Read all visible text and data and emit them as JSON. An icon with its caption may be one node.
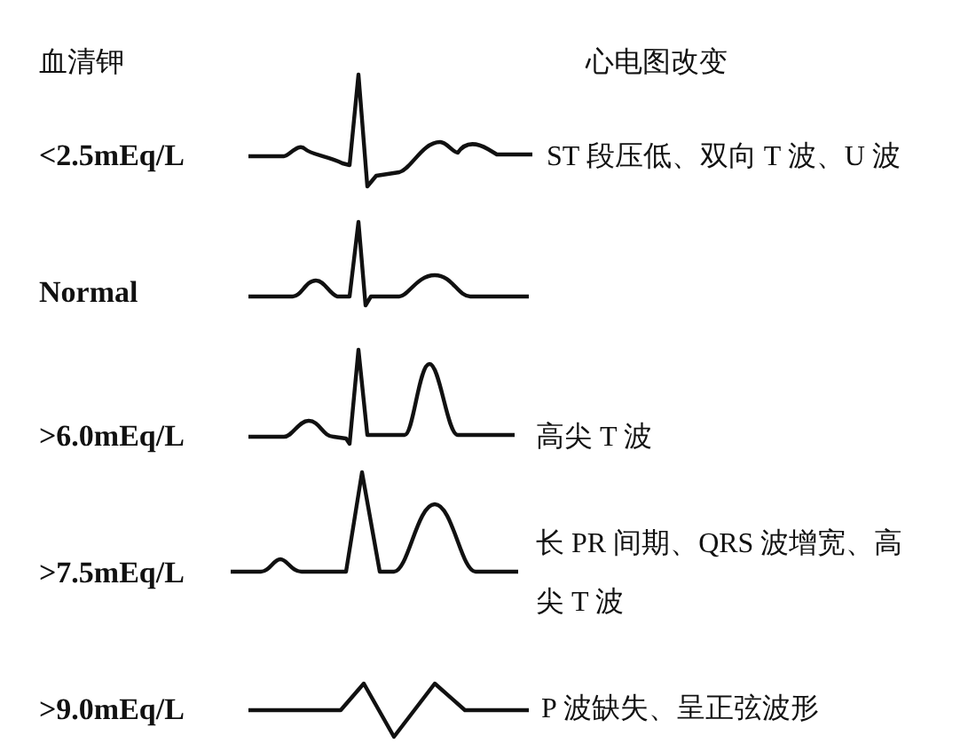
{
  "diagram": {
    "labels": [
      "血清钾",
      "心电图改变",
      "<2.5mEq/L",
      "ST 段压低、双向 T 波、U 波",
      "Normal",
      ">6.0mEq/L",
      "高尖 T 波",
      ">7.5mEq/L",
      "长 PR 间期、QRS 波增宽、高尖 T 波",
      ">9.0mEq/L",
      "P 波缺失、呈正弦波形"
    ]
  }
}
